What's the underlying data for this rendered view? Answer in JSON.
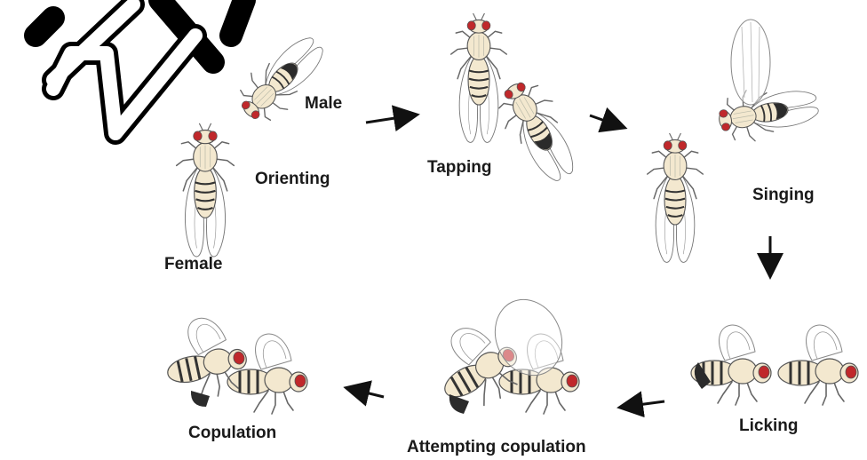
{
  "labels": {
    "male": "Male",
    "orienting": "Orienting",
    "female": "Female",
    "tapping": "Tapping",
    "singing": "Singing",
    "licking": "Licking",
    "attempting_copulation": "Attempting copulation",
    "copulation": "Copulation"
  },
  "colors": {
    "body": "#f3e8cf",
    "outline": "#555555",
    "eye": "#c0282b",
    "abdomen_dark": "#2b2b2b",
    "wing": "#ffffff",
    "text": "#1a1a1a"
  },
  "watermark_text": "M"
}
